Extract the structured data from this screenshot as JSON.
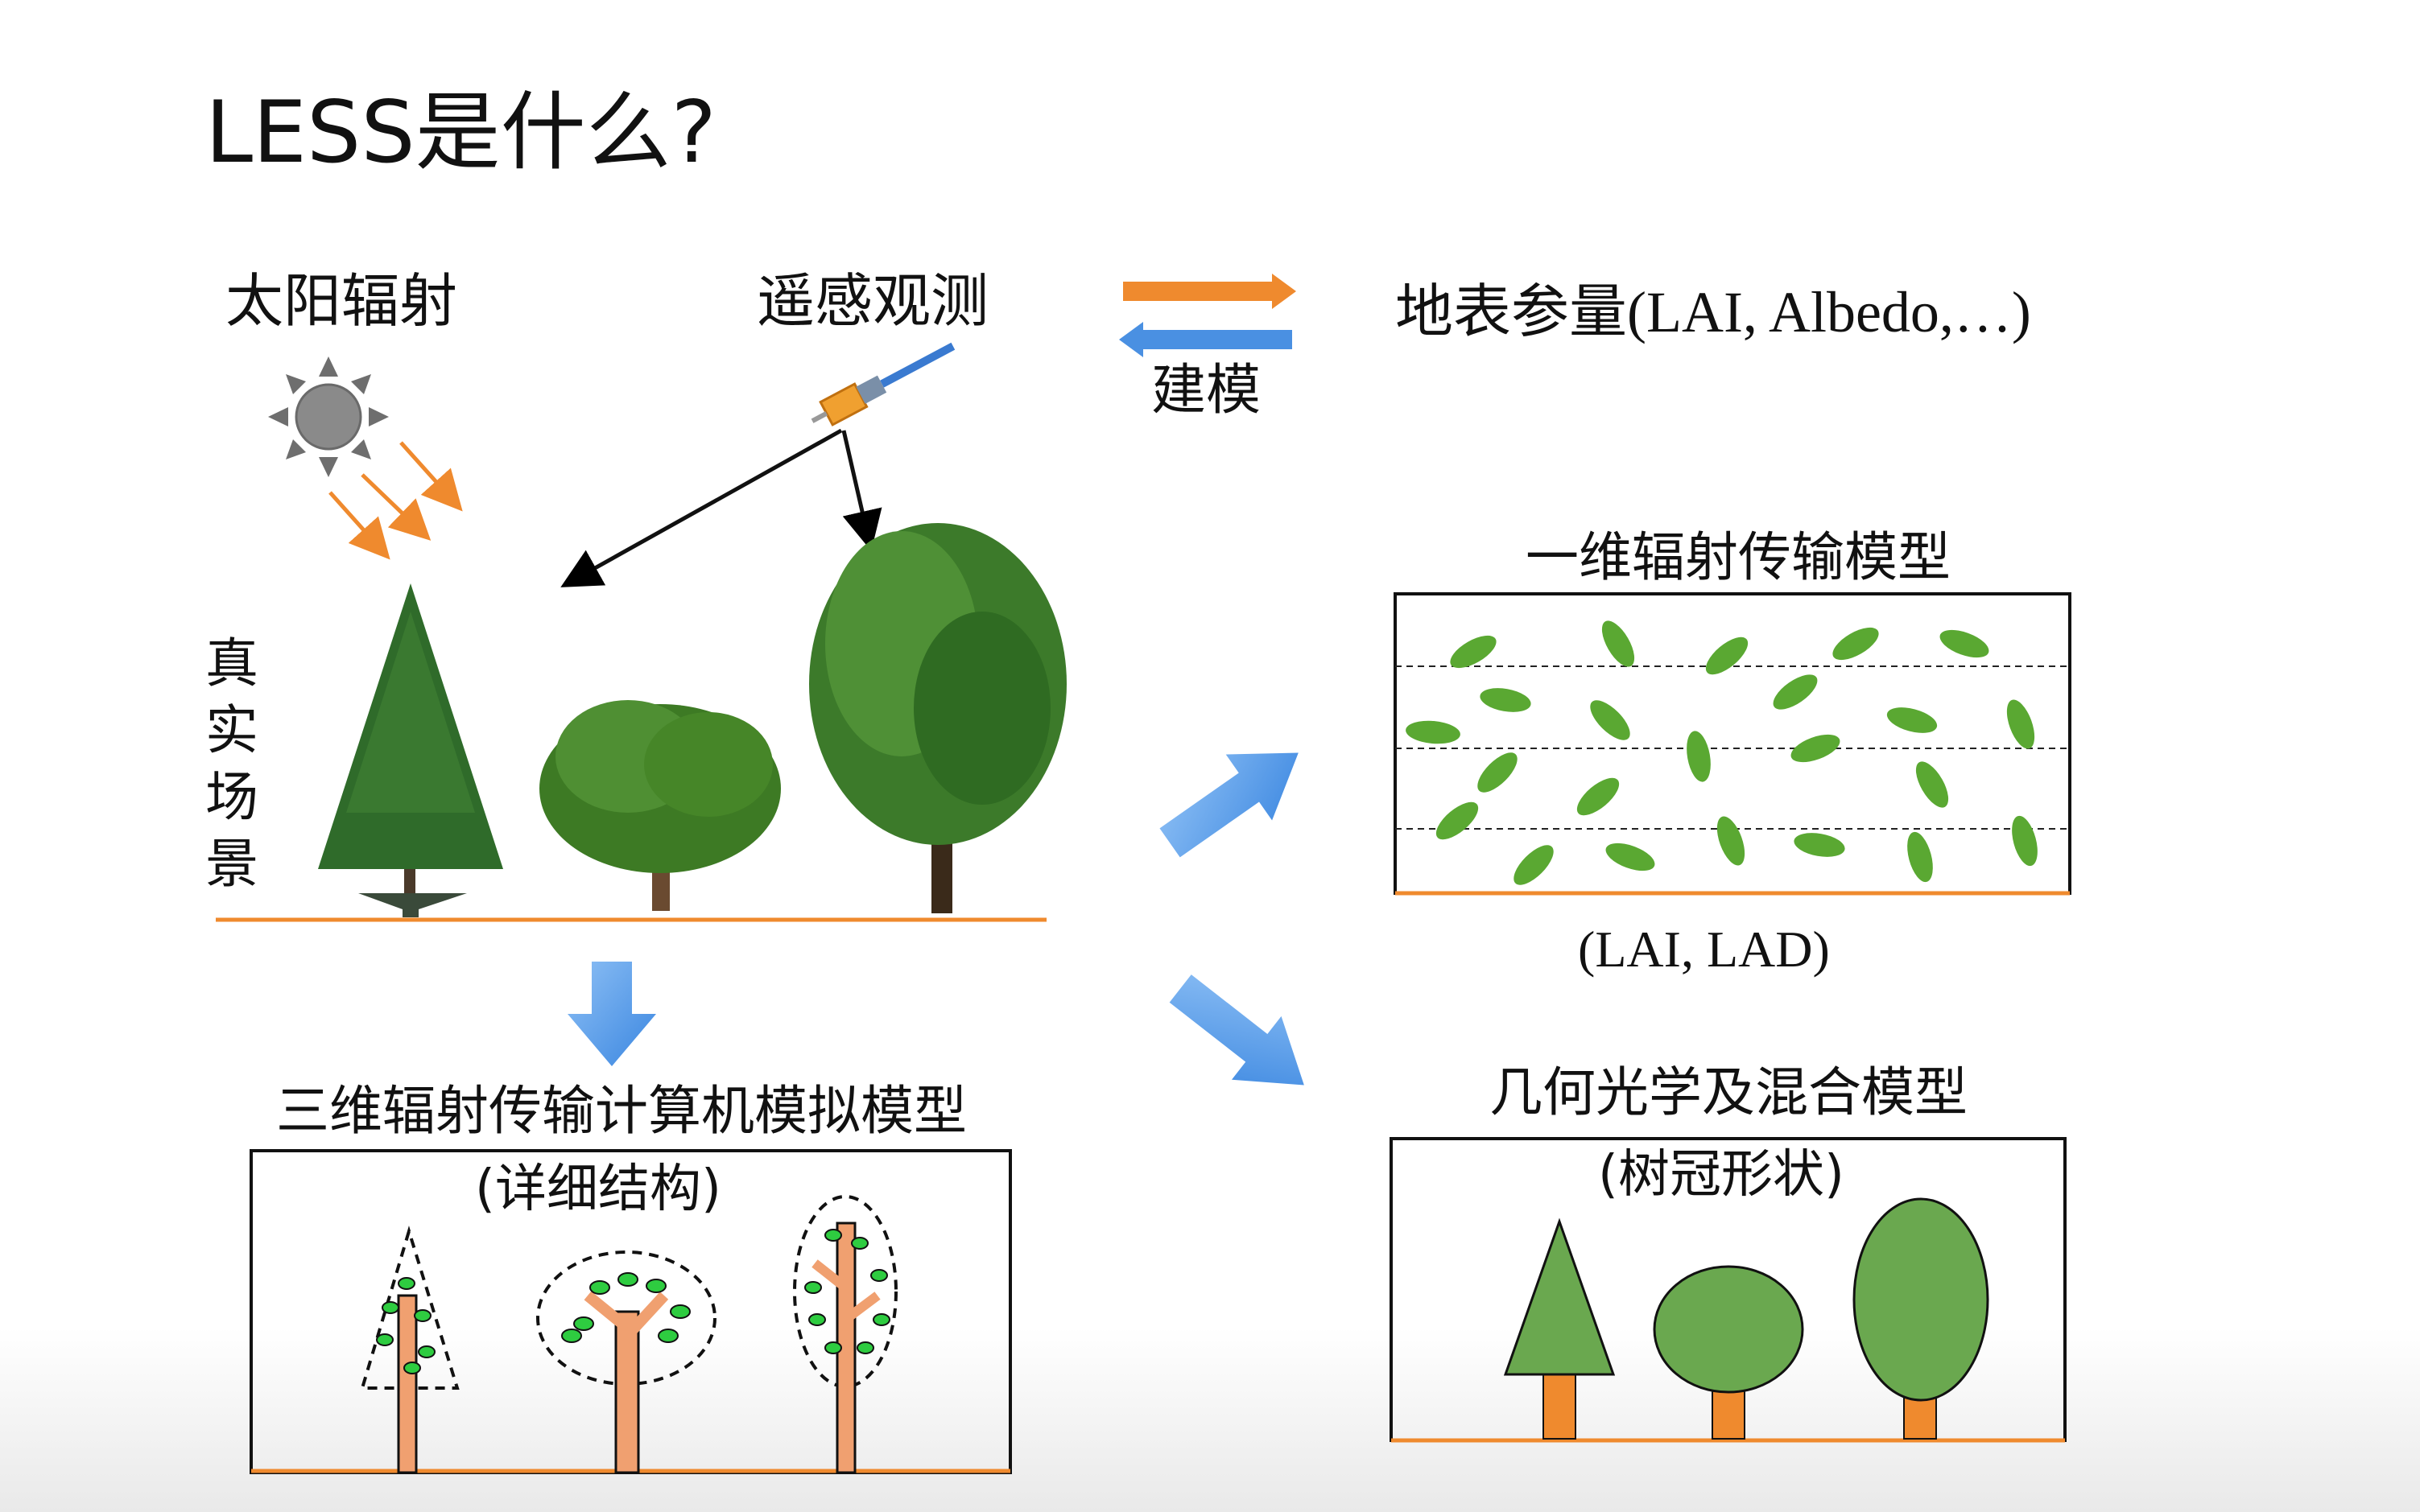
{
  "title": "LESS是什么?",
  "labels": {
    "solar_radiation": "太阳辐射",
    "remote_sensing": "遥感观测",
    "modeling": "建模",
    "surface_params": "地表参量(LAI, Albedo,…)",
    "real_scene_chars": [
      "真",
      "实",
      "场",
      "景"
    ],
    "model_3d": "三维辐射传输计算机模拟模型",
    "model_3d_sub": "(详细结构)",
    "model_1d": "一维辐射传输模型",
    "model_1d_sub": "(LAI, LAD)",
    "model_geo": "几何光学及混合模型",
    "model_geo_sub": "(树冠形状)"
  },
  "colors": {
    "orange": "#ef8a2e",
    "blue": "#4a90e2",
    "leaf_green": "#5aa832",
    "crown_green": "#6aa84f",
    "trunk": "#f0a070",
    "bright_leaf": "#2ecc40"
  },
  "icons": [
    "sun-icon",
    "satellite-icon",
    "tree-pine",
    "tree-broad",
    "tree-tall"
  ]
}
